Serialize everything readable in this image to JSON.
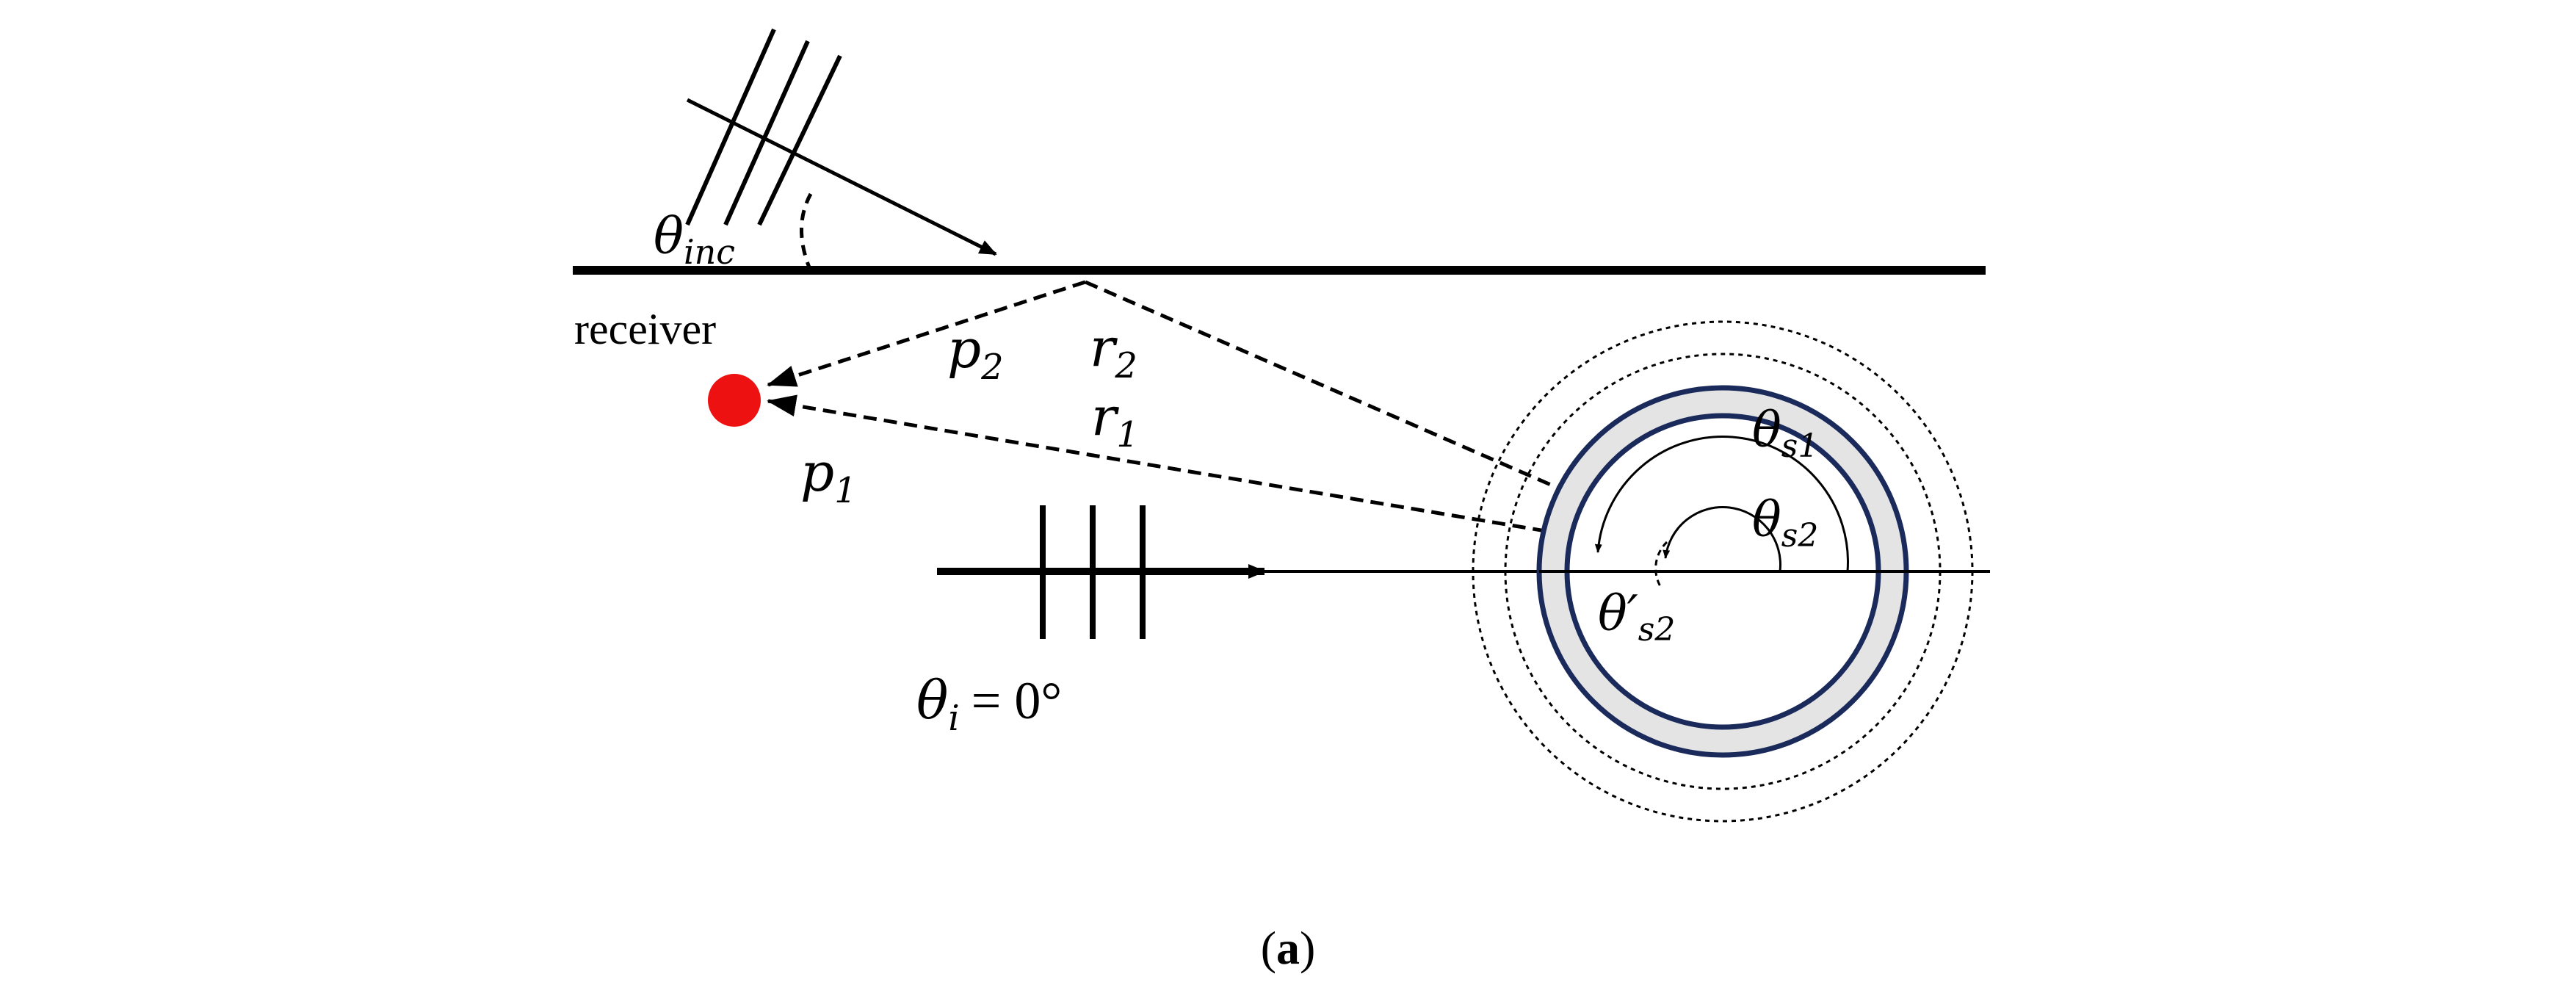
{
  "labels": {
    "theta_inc": {
      "base": "θ",
      "sub": "inc"
    },
    "receiver": "receiver",
    "p2": {
      "base": "p",
      "sub": "2"
    },
    "r2": {
      "base": "r",
      "sub": "2"
    },
    "r1": {
      "base": "r",
      "sub": "1"
    },
    "p1": {
      "base": "p",
      "sub": "1"
    },
    "theta_s1": {
      "base": "θ",
      "sub": "s1"
    },
    "theta_s2": {
      "base": "θ",
      "sub": "s2"
    },
    "theta_prime_s2": {
      "base": "θ′",
      "sub": "s2"
    },
    "theta_i": "θ",
    "theta_i_sub": "i",
    "theta_i_value": "= 0°"
  },
  "caption": {
    "open": "(",
    "letter": "a",
    "close": ")"
  },
  "colors": {
    "receiver": "#ee1111",
    "shell_outline": "#1a2a5a",
    "shell_fill": "#e4e4e4",
    "ink": "#000000"
  },
  "icons": {
    "receiver": "red-dot",
    "incident_wave": "plane-wave-arrow"
  }
}
